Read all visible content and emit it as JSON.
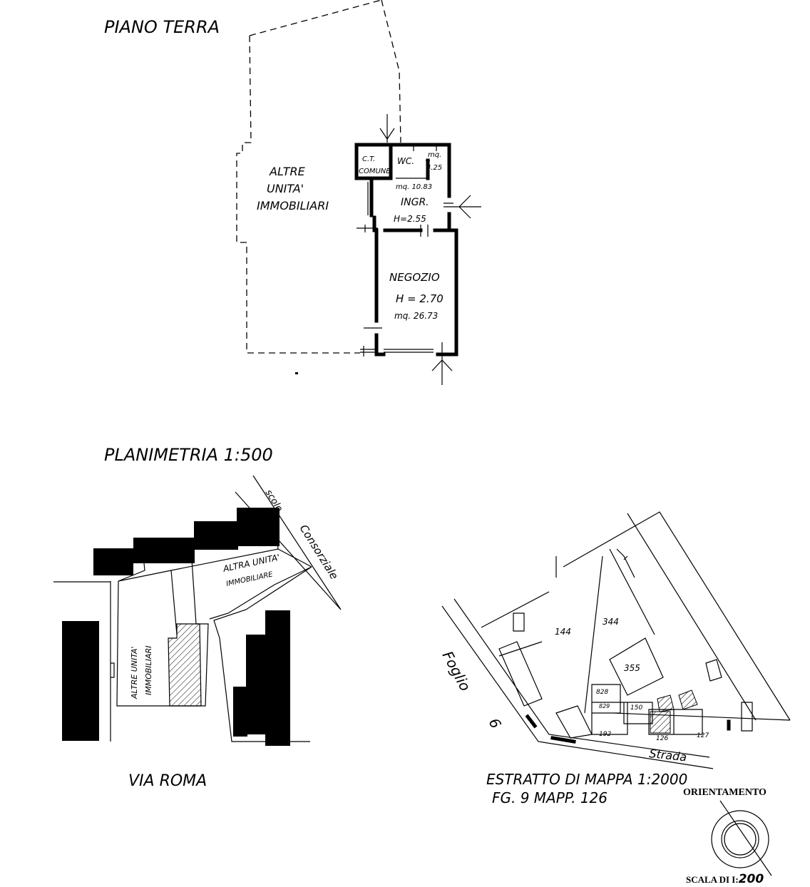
{
  "floor_plan": {
    "title": "PIANO TERRA",
    "neighbor_label_1": "ALTRE",
    "neighbor_label_2": "UNITA'",
    "neighbor_label_3": "IMMOBILIARI",
    "ct_label_1": "C.T.",
    "ct_label_2": "COMUNE",
    "wc_label": "WC.",
    "wc_area_1": "mq.",
    "wc_area_2": "4.25",
    "entry_area": "mq. 10.83",
    "entry_label": "INGR.",
    "entry_height": "H=2.55",
    "shop_label": "NEGOZIO",
    "shop_height": "H = 2.70",
    "shop_area": "mq. 26.73"
  },
  "site_plan": {
    "title": "PLANIMETRIA 1:500",
    "channel_1": "scolo",
    "channel_2": "Consorziale",
    "top_label_1": "ALTRA UNITA'",
    "top_label_2": "IMMOBILIARE",
    "side_label_1": "ALTRE UNITA'",
    "side_label_2": "IMMOBILIARI",
    "street": "VIA ROMA"
  },
  "cadastral_map": {
    "sheet_label_1": "Foglio",
    "sheet_label_2": "6",
    "parcels": [
      "144",
      "344",
      "355",
      "828",
      "829",
      "150",
      "192",
      "126",
      "127"
    ],
    "road": "Strada",
    "title_line_1": "ESTRATTO DI MAPPA 1:2000",
    "title_line_2": "FG. 9 MAPP. 126"
  },
  "orientation": {
    "label": "ORIENTAMENTO",
    "scale_prefix": "SCALA DI I:",
    "scale_value": "200"
  }
}
